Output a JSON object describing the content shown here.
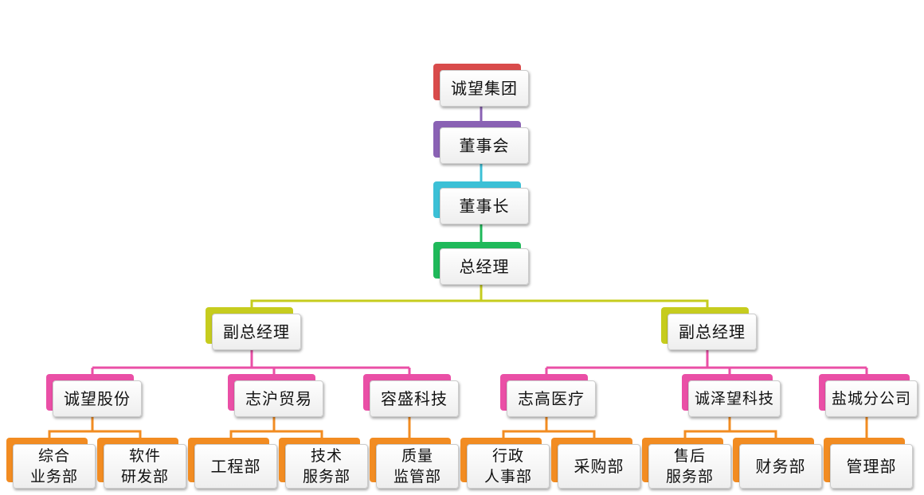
{
  "colors": {
    "red": "#d94b4b",
    "purple": "#8a62b4",
    "cyan": "#3cc0d6",
    "green": "#1fb95a",
    "olive": "#c6cc1e",
    "pink": "#ea4fa6",
    "orange": "#f28c22"
  },
  "nodes": {
    "group": {
      "label": "诚望集团",
      "color": "red"
    },
    "board": {
      "label": "董事会",
      "color": "purple"
    },
    "chairman": {
      "label": "董事长",
      "color": "cyan"
    },
    "gm": {
      "label": "总经理",
      "color": "green"
    },
    "vp_left": {
      "label": "副总经理",
      "color": "olive"
    },
    "vp_right": {
      "label": "副总经理",
      "color": "olive"
    },
    "cw_gufen": {
      "label": "诚望股份",
      "color": "pink"
    },
    "zhihu": {
      "label": "志沪贸易",
      "color": "pink"
    },
    "rongsheng": {
      "label": "容盛科技",
      "color": "pink"
    },
    "zhigao": {
      "label": "志高医疗",
      "color": "pink"
    },
    "chengze": {
      "label": "诚泽望科技",
      "color": "pink"
    },
    "yancheng": {
      "label": "盐城分公司",
      "color": "pink"
    },
    "zonghe": {
      "label": "综合\n业务部",
      "color": "orange"
    },
    "ruanjian": {
      "label": "软件\n研发部",
      "color": "orange"
    },
    "gongcheng": {
      "label": "工程部",
      "color": "orange"
    },
    "jishu": {
      "label": "技术\n服务部",
      "color": "orange"
    },
    "zhiliang": {
      "label": "质量\n监管部",
      "color": "orange"
    },
    "xingzheng": {
      "label": "行政\n人事部",
      "color": "orange"
    },
    "caigou": {
      "label": "采购部",
      "color": "orange"
    },
    "shouhou": {
      "label": "售后\n服务部",
      "color": "orange"
    },
    "caiwu": {
      "label": "财务部",
      "color": "orange"
    },
    "guanli": {
      "label": "管理部",
      "color": "orange"
    }
  }
}
